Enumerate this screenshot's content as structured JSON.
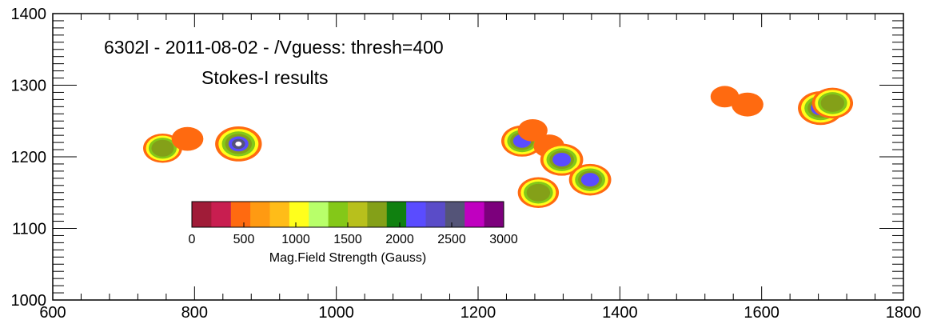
{
  "chart_data": {
    "type": "heatmap",
    "title": "6302l - 2011-08-02 - /Vguess: thresh=400",
    "subtitle": "Stokes-I results",
    "xlabel": "",
    "ylabel": "",
    "xlim": [
      600,
      1800
    ],
    "ylim": [
      1000,
      1400
    ],
    "x_ticks": [
      "600",
      "800",
      "1000",
      "1200",
      "1400",
      "1600",
      "1800"
    ],
    "y_ticks": [
      "1000",
      "1100",
      "1200",
      "1300",
      "1400"
    ],
    "colorbar": {
      "label": "Mag.Field Strength (Gauss)",
      "range": [
        0,
        3000
      ],
      "ticks": [
        "0",
        "500",
        "1000",
        "1500",
        "2000",
        "2500",
        "3000"
      ],
      "colors": [
        "#a01c38",
        "#c81e50",
        "#ff6a10",
        "#ff9a12",
        "#ffbc18",
        "#ffff1c",
        "#b8ff6a",
        "#84c818",
        "#b8c01c",
        "#84a018",
        "#108010",
        "#5a4cff",
        "#5a4cc8",
        "#545478",
        "#c000c0",
        "#7c007c"
      ]
    },
    "regions": [
      {
        "x": 755,
        "y": 1212,
        "peak": 1700
      },
      {
        "x": 862,
        "y": 1218,
        "peak": 3000
      },
      {
        "x": 790,
        "y": 1225,
        "peak": 800
      },
      {
        "x": 1262,
        "y": 1222,
        "peak": 2100
      },
      {
        "x": 1277,
        "y": 1237,
        "peak": 600
      },
      {
        "x": 1300,
        "y": 1215,
        "peak": 700
      },
      {
        "x": 1318,
        "y": 1196,
        "peak": 2300
      },
      {
        "x": 1358,
        "y": 1168,
        "peak": 2200
      },
      {
        "x": 1285,
        "y": 1150,
        "peak": 2000
      },
      {
        "x": 1580,
        "y": 1273,
        "peak": 800
      },
      {
        "x": 1548,
        "y": 1284,
        "peak": 500
      },
      {
        "x": 1683,
        "y": 1268,
        "peak": 2700
      },
      {
        "x": 1700,
        "y": 1275,
        "peak": 2000
      }
    ]
  }
}
